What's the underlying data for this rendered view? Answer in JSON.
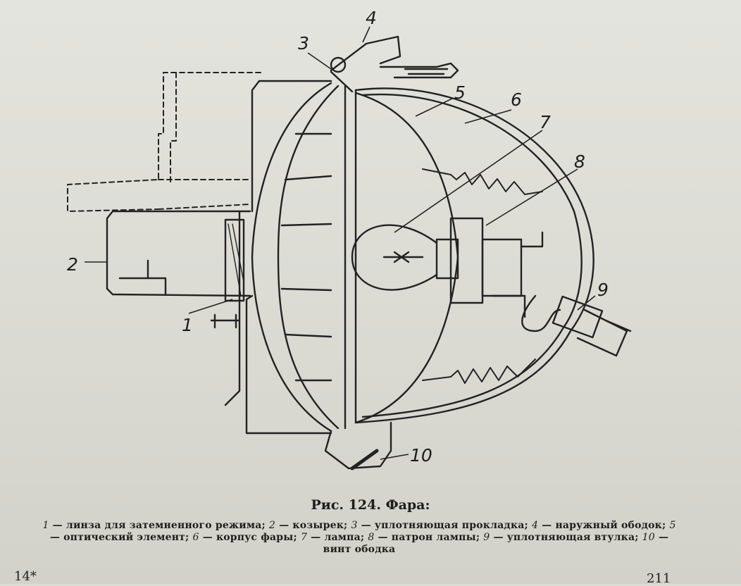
{
  "figure": {
    "callouts": [
      "1",
      "2",
      "3",
      "4",
      "5",
      "6",
      "7",
      "8",
      "9",
      "10"
    ],
    "title_prefix": "Рис. 124.",
    "title_name": "Фара:",
    "legend": [
      {
        "num": "1",
        "text": "— линза для затемненного режима;"
      },
      {
        "num": "2",
        "text": "— козырек;"
      },
      {
        "num": "3",
        "text": "— уплотняющая прокладка;"
      },
      {
        "num": "4",
        "text": "— наружный ободок;"
      },
      {
        "num": "5",
        "text": "— оптический элемент;"
      },
      {
        "num": "6",
        "text": "— корпус фары;"
      },
      {
        "num": "7",
        "text": "— лампа;"
      },
      {
        "num": "8",
        "text": "— патрон лампы;"
      },
      {
        "num": "9",
        "text": "— уплотняющая втулка;"
      },
      {
        "num": "10",
        "text": "— винт ободка"
      }
    ]
  },
  "page": {
    "corner_left": "14*",
    "corner_right": "211"
  }
}
